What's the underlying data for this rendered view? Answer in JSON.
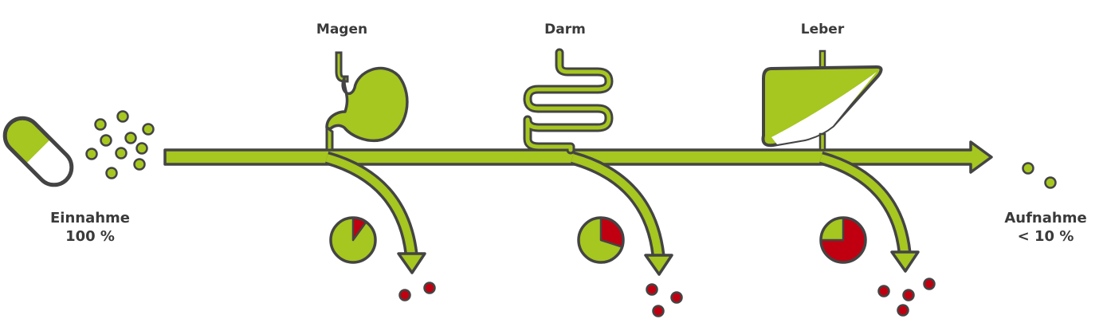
{
  "labels": {
    "intake_line1": "Einnahme",
    "intake_line2": "100 %",
    "uptake_line1": "Aufnahme",
    "uptake_line2": "< 10 %",
    "stomach": "Magen",
    "intestine": "Darm",
    "liver": "Leber"
  },
  "colors": {
    "green": "#a6c620",
    "outline": "#444444",
    "loss": "#c00010"
  },
  "icons": {
    "intake": "capsule-icon",
    "stomach": "stomach-icon",
    "intestine": "intestine-icon",
    "liver": "liver-icon"
  },
  "stages": [
    {
      "organ": "Magen",
      "loss_fraction": 0.1,
      "lost_particles": 2
    },
    {
      "organ": "Darm",
      "loss_fraction": 0.3,
      "lost_particles": 3
    },
    {
      "organ": "Leber",
      "loss_fraction": 0.75,
      "lost_particles": 4
    }
  ],
  "intake_particles": 10,
  "uptake_particles": 2
}
